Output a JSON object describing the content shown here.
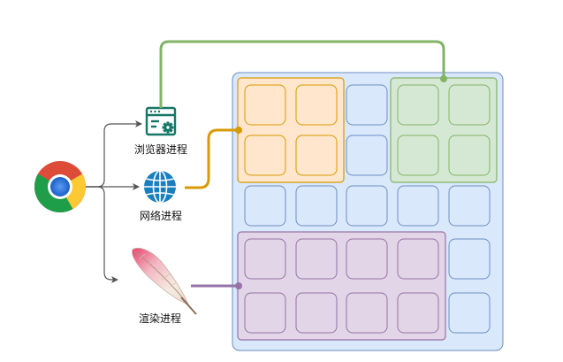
{
  "processes": {
    "browser": {
      "label": "浏览器进程",
      "icon": "browser-window-gear-icon",
      "color": "#82b366"
    },
    "network": {
      "label": "网络进程",
      "icon": "globe-icon",
      "color": "#d79b00"
    },
    "renderer": {
      "label": "渲染进程",
      "icon": "feather-quill-icon",
      "color": "#9673a6"
    }
  },
  "logo": {
    "icon": "chrome-logo-icon"
  },
  "grid": {
    "rows": 5,
    "cols": 5,
    "cell_fill": "#dae8fc",
    "cell_stroke": "#6c8ebf",
    "container_fill": "#dae8fc",
    "groups": [
      {
        "name": "browser-group",
        "color": "#82b366",
        "fill": "#d5e8d4",
        "rows": [
          0,
          1
        ],
        "cols": [
          3,
          4
        ]
      },
      {
        "name": "network-group",
        "color": "#d79b00",
        "fill": "#ffe6cc",
        "rows": [
          0,
          1
        ],
        "cols": [
          0,
          1
        ]
      },
      {
        "name": "renderer-group",
        "color": "#9673a6",
        "fill": "#e1d5e7",
        "rows": [
          3,
          4
        ],
        "cols": [
          0,
          3
        ]
      }
    ]
  }
}
